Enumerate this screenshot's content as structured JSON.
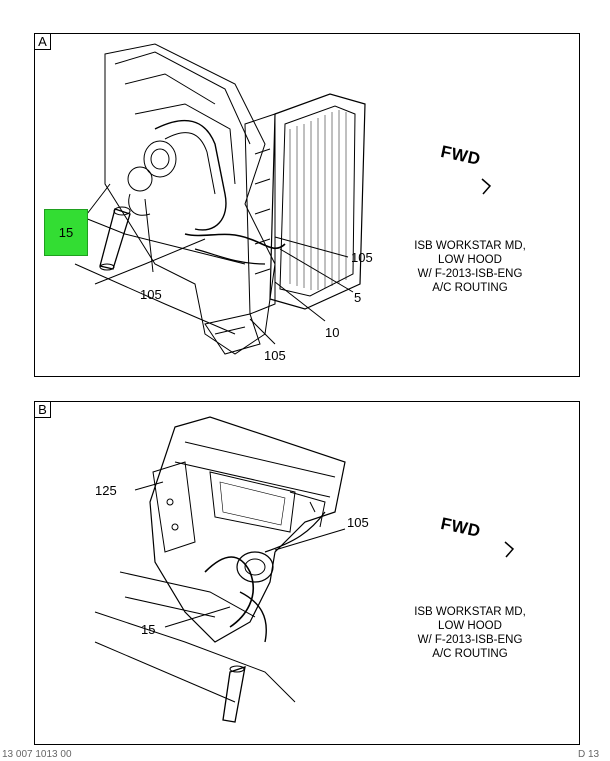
{
  "panel_a": {
    "letter": "A",
    "fwd_label": "FWD",
    "note_lines": [
      "ISB WORKSTAR MD,",
      "LOW HOOD",
      "W/ F-2013-ISB-ENG",
      "A/C ROUTING"
    ],
    "callouts": {
      "c15": "15",
      "c105_left": "105",
      "c105_right": "105",
      "c105_bottom": "105",
      "c5": "5",
      "c10": "10"
    }
  },
  "panel_b": {
    "letter": "B",
    "fwd_label": "FWD",
    "note_lines": [
      "ISB WORKSTAR MD,",
      "LOW HOOD",
      "W/ F-2013-ISB-ENG",
      "A/C ROUTING"
    ],
    "callouts": {
      "c125": "125",
      "c105": "105",
      "c15": "15"
    }
  },
  "footer": {
    "left": "13 007 1013 00",
    "right": "D 13"
  },
  "colors": {
    "highlight": "#33dd33",
    "line": "#000000"
  }
}
